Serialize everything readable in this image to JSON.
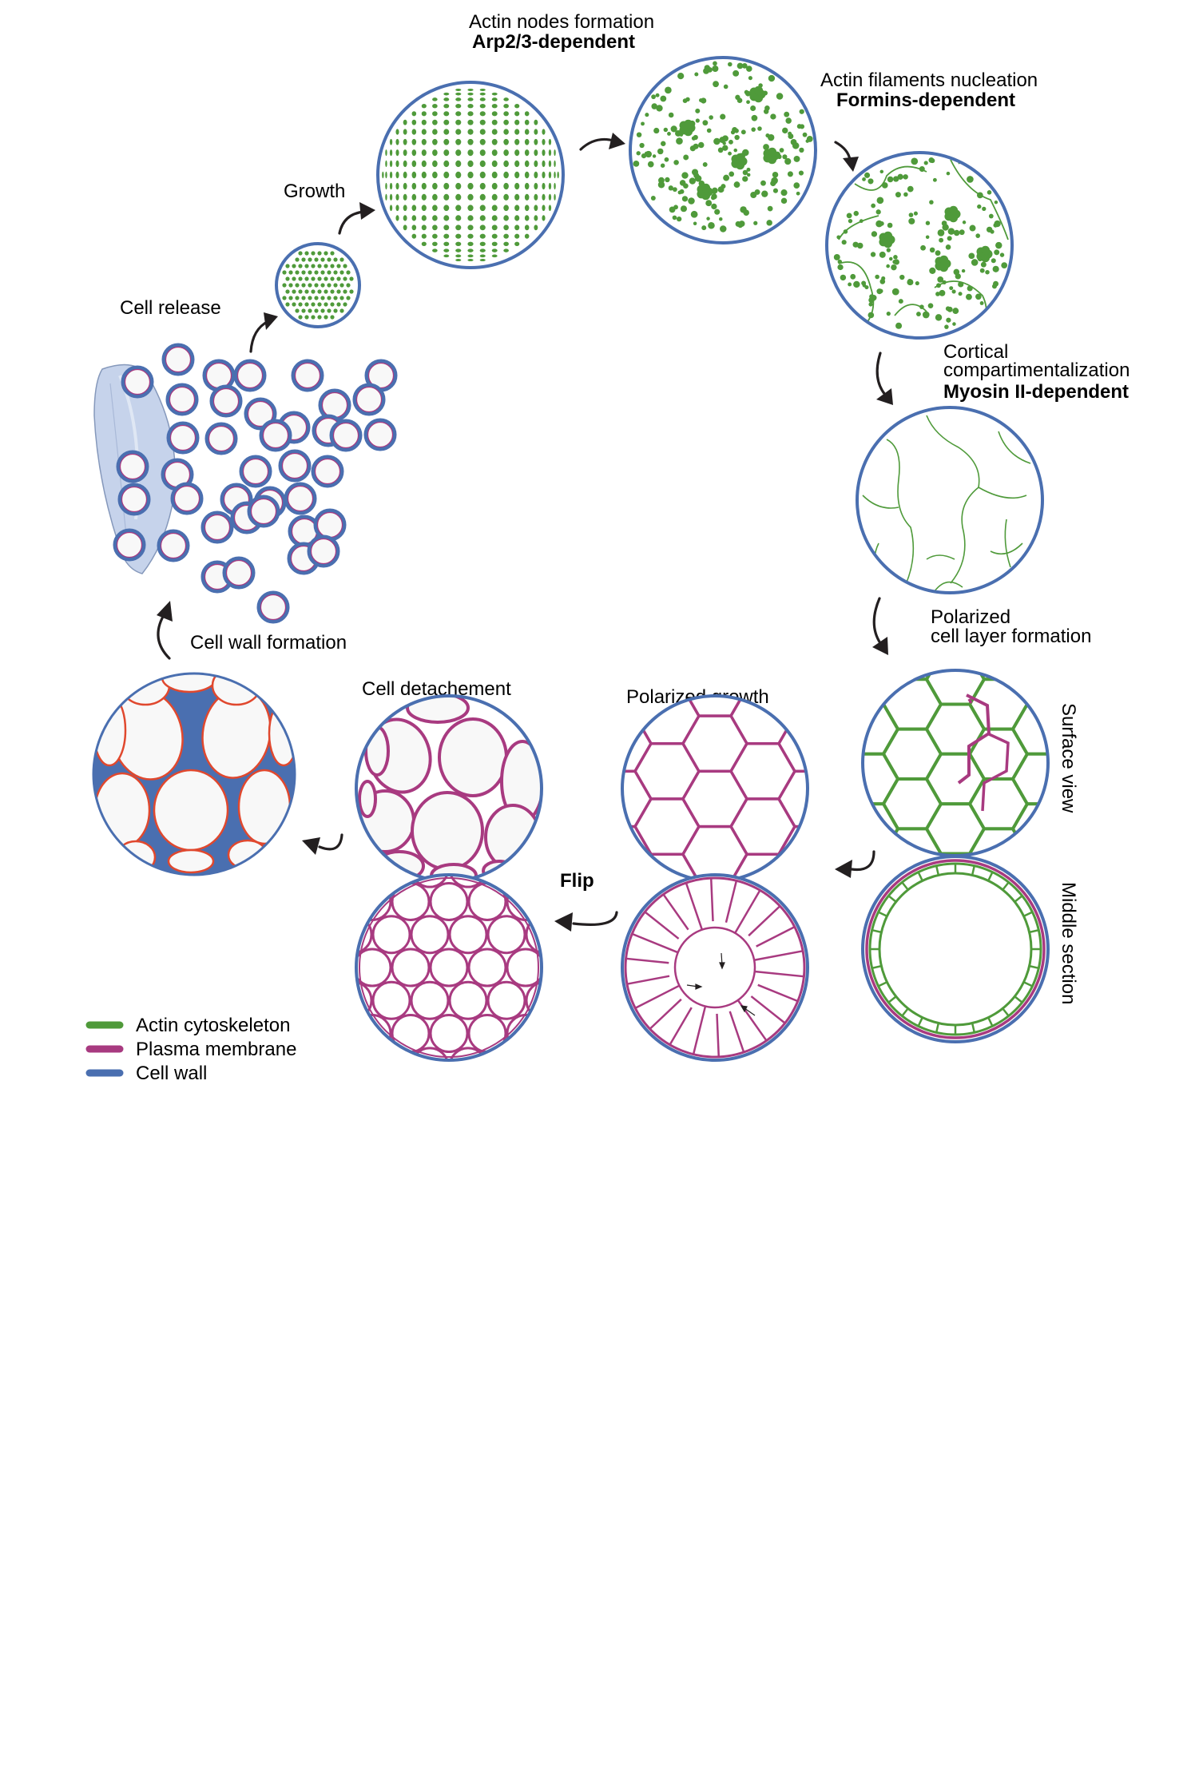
{
  "labels": {
    "actin_nodes": "Actin nodes formation",
    "arp23": "Arp2/3-dependent",
    "actin_filaments": "Actin filaments nucleation",
    "formins": "Formins-dependent",
    "growth": "Growth",
    "cell_release": "Cell release",
    "cortical_line1": "Cortical",
    "cortical_line2": "compartimentalization",
    "myosin": "Myosin II-dependent",
    "polarized_line1": "Polarized",
    "polarized_line2": "cell layer formation",
    "surface_view": "Surface view",
    "middle_section": "Middle section",
    "polarized_growth": "Polarized growth",
    "cell_detachement": "Cell detachement",
    "cell_wall_formation": "Cell wall formation",
    "flip": "Flip"
  },
  "legend": [
    {
      "label": "Actin cytoskeleton",
      "color": "#4f9a3a"
    },
    {
      "label": "Plasma membrane",
      "color": "#a83a80"
    },
    {
      "label": "Cell wall",
      "color": "#4a6fb0"
    }
  ],
  "colors": {
    "actin": "#4f9a3a",
    "membrane": "#a83a80",
    "wall": "#4a6fb0",
    "cytoplasm": "#f8f8f8",
    "new_wall_outline": "#e0482e",
    "sporangium": "#b9cbe6",
    "arrow": "#231f20"
  }
}
